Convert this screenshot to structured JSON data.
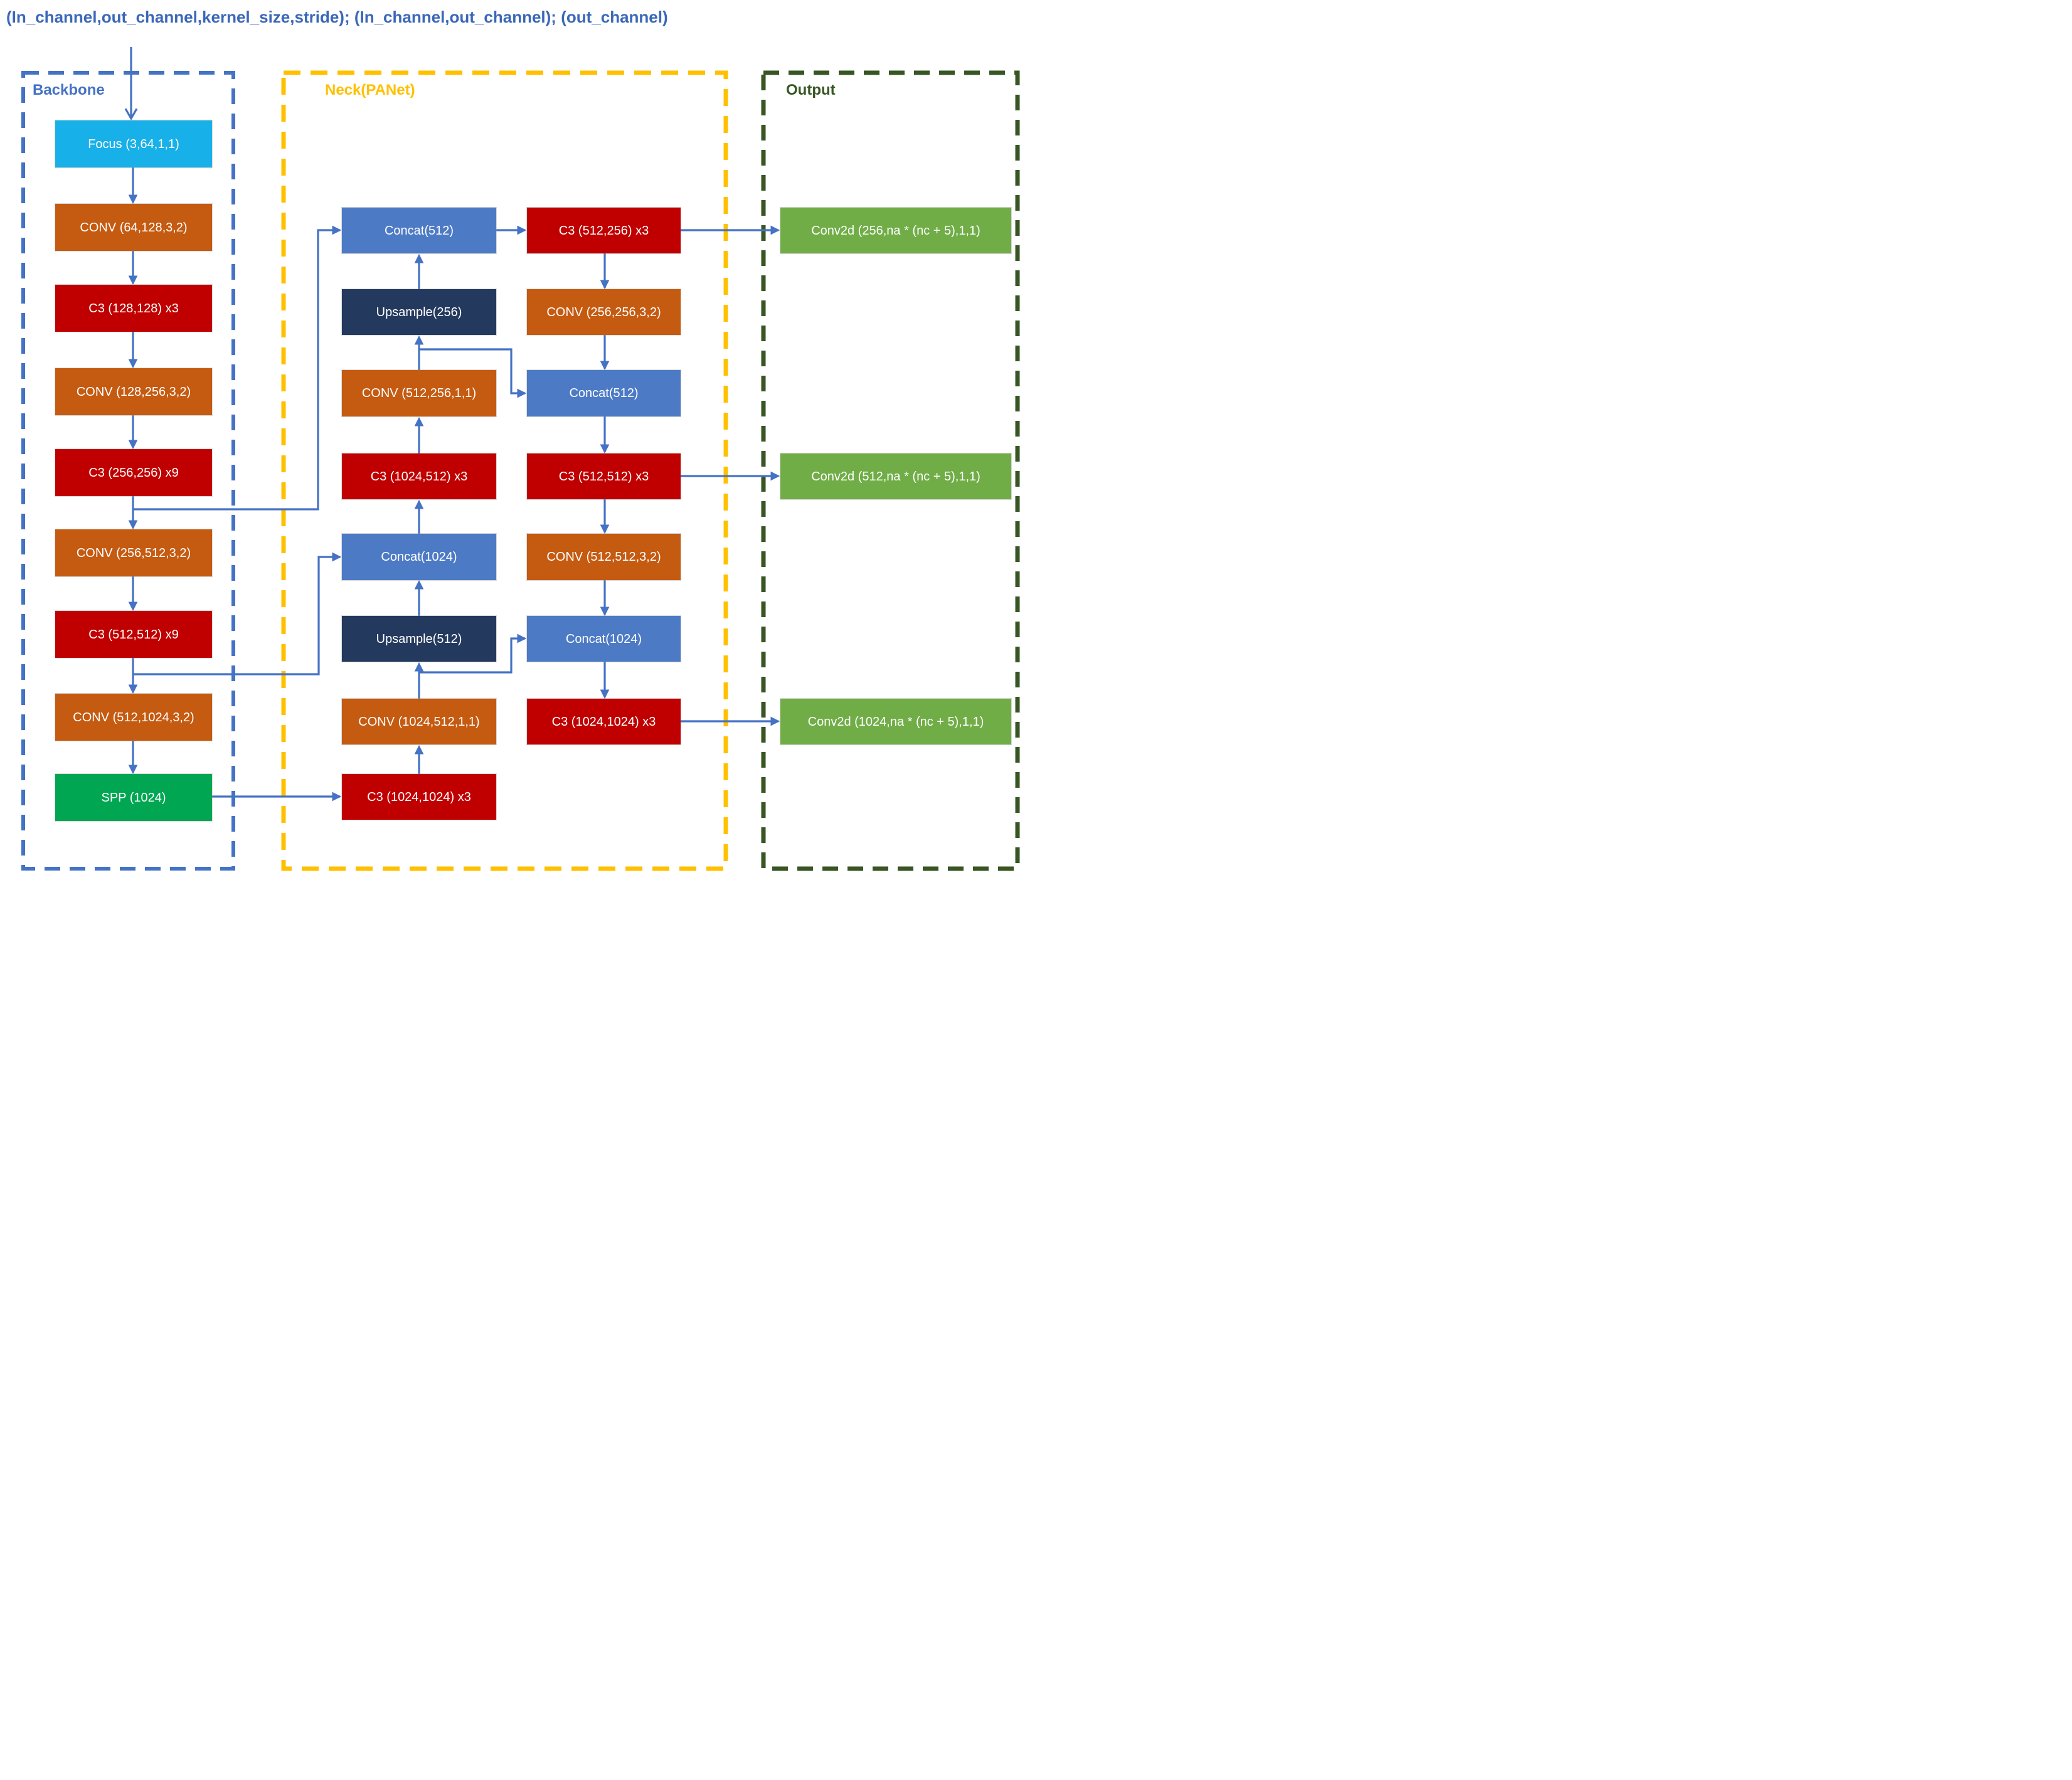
{
  "title": "(In_channel,out_channel,kernel_size,stride);  (In_channel,out_channel);  (out_channel)",
  "groups": {
    "backbone": {
      "label": "Backbone",
      "border_color": "#4472c4"
    },
    "neck": {
      "label": "Neck(PANet)",
      "border_color": "#ffc000"
    },
    "output": {
      "label": "Output",
      "border_color": "#375623"
    }
  },
  "palette": {
    "focus": "#17b0e8",
    "conv": "#c55a11",
    "c3": "#c00000",
    "spp": "#00a651",
    "concat": "#4d7ac5",
    "upsample": "#24395e",
    "conv2d": "#70ad47",
    "arrow": "#4472c4",
    "backbone-border": "#4472c4",
    "neck-border": "#ffc000",
    "output-border": "#375623",
    "title-color": "#3a67b8"
  },
  "nodes": {
    "backbone": [
      {
        "label": "Focus (3,64,1,1)",
        "type": "focus"
      },
      {
        "label": "CONV (64,128,3,2)",
        "type": "conv"
      },
      {
        "label": "C3 (128,128) x3",
        "type": "c3"
      },
      {
        "label": "CONV (128,256,3,2)",
        "type": "conv"
      },
      {
        "label": "C3 (256,256) x9",
        "type": "c3"
      },
      {
        "label": "CONV (256,512,3,2)",
        "type": "conv"
      },
      {
        "label": "C3 (512,512) x9",
        "type": "c3"
      },
      {
        "label": "CONV (512,1024,3,2)",
        "type": "conv"
      },
      {
        "label": "SPP (1024)",
        "type": "spp"
      }
    ],
    "neck_left": [
      {
        "label": "Concat(512)",
        "type": "concat"
      },
      {
        "label": "Upsample(256)",
        "type": "upsample"
      },
      {
        "label": "CONV (512,256,1,1)",
        "type": "conv"
      },
      {
        "label": "C3 (1024,512) x3",
        "type": "c3"
      },
      {
        "label": "Concat(1024)",
        "type": "concat"
      },
      {
        "label": "Upsample(512)",
        "type": "upsample"
      },
      {
        "label": "CONV (1024,512,1,1)",
        "type": "conv"
      },
      {
        "label": "C3 (1024,1024) x3",
        "type": "c3"
      }
    ],
    "neck_right": [
      {
        "label": "C3 (512,256) x3",
        "type": "c3"
      },
      {
        "label": "CONV (256,256,3,2)",
        "type": "conv"
      },
      {
        "label": "Concat(512)",
        "type": "concat"
      },
      {
        "label": "C3 (512,512) x3",
        "type": "c3"
      },
      {
        "label": "CONV (512,512,3,2)",
        "type": "conv"
      },
      {
        "label": "Concat(1024)",
        "type": "concat"
      },
      {
        "label": "C3 (1024,1024) x3",
        "type": "c3"
      }
    ],
    "output": [
      {
        "label": "Conv2d (256,na * (nc + 5),1,1)",
        "type": "conv2d"
      },
      {
        "label": "Conv2d (512,na * (nc + 5),1,1)",
        "type": "conv2d"
      },
      {
        "label": "Conv2d (1024,na * (nc + 5),1,1)",
        "type": "conv2d"
      }
    ]
  }
}
